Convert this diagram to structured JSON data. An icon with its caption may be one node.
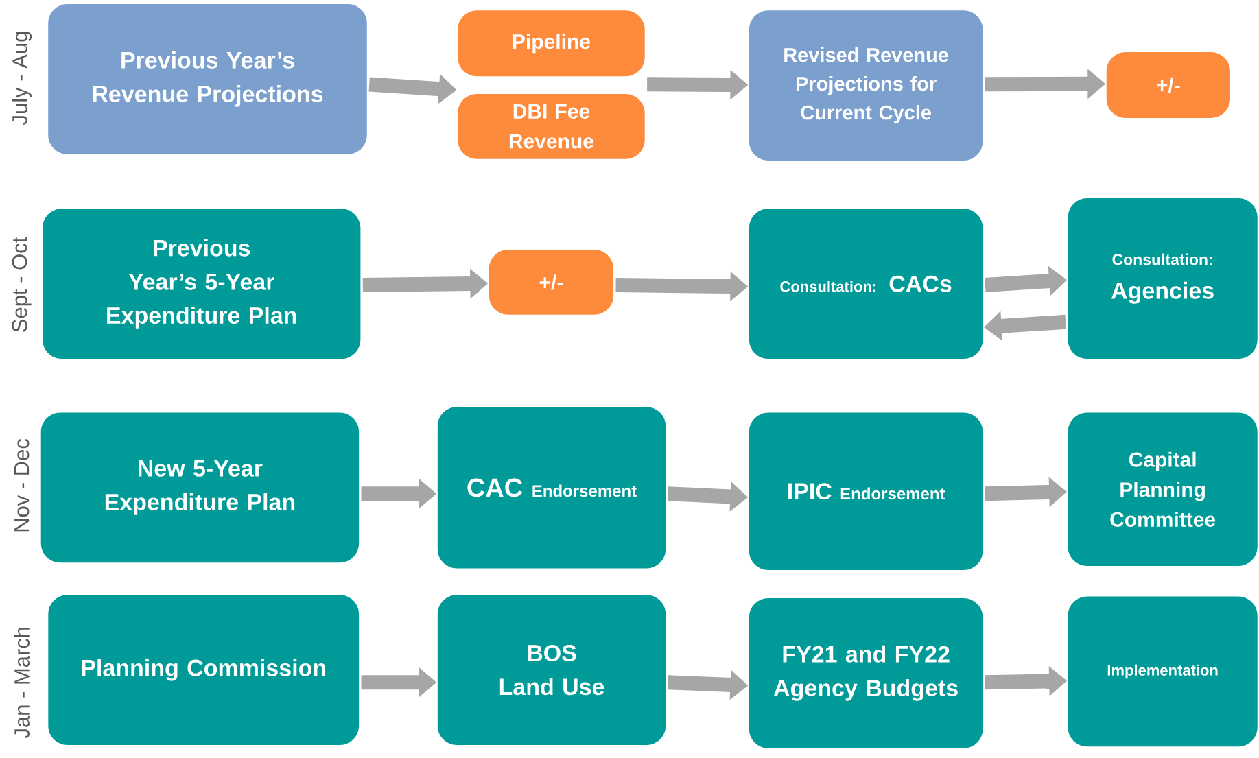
{
  "diagram": {
    "nodes": [
      {
        "text": [
          "Previous Year’s Revenue Projections"
        ]
      },
      {
        "text": [
          "Pipeline"
        ]
      },
      {
        "text": [
          "DBI Fee Revenue"
        ]
      },
      {
        "text": [
          "Revised Revenue Projections for Current Cycle"
        ]
      },
      {
        "text": [
          "+/-"
        ]
      },
      {
        "text": [
          "Previous Year’s 5-Year Expenditure Plan"
        ]
      },
      {
        "text": [
          "+/-"
        ]
      },
      {
        "text": [
          "Consultation:",
          "CACs"
        ]
      },
      {
        "text": [
          "Consultation:",
          "Agencies"
        ]
      },
      {
        "text": [
          "New 5-Year Expenditure Plan"
        ]
      },
      {
        "text": [
          "CAC",
          "Endorsement"
        ]
      },
      {
        "text": [
          "IPIC",
          "Endorsement"
        ]
      },
      {
        "text": [
          "Capital Planning Committee"
        ]
      },
      {
        "text": [
          "Planning Commission"
        ]
      },
      {
        "text": [
          "BOS",
          "Land Use"
        ]
      },
      {
        "text": [
          "FY21 and FY22 Agency Budgets"
        ]
      },
      {
        "text": [
          "Implementation"
        ]
      }
    ],
    "edges": [
      {
        "from": 0,
        "to": 1,
        "arrow": "to"
      },
      {
        "from": 0,
        "to": 2,
        "arrow": "to"
      },
      {
        "from": 1,
        "to": 3,
        "arrow": "to"
      },
      {
        "from": 2,
        "to": 3,
        "arrow": "to"
      },
      {
        "from": 3,
        "to": 4,
        "arrow": "to"
      },
      {
        "from": 5,
        "to": 6,
        "arrow": "to"
      },
      {
        "from": 6,
        "to": 7,
        "arrow": "to"
      },
      {
        "from": 7,
        "to": 8,
        "arrow": "to"
      },
      {
        "from": 8,
        "to": 7,
        "arrow": "to"
      },
      {
        "from": 9,
        "to": 10,
        "arrow": "to"
      },
      {
        "from": 10,
        "to": 11,
        "arrow": "to"
      },
      {
        "from": 11,
        "to": 12,
        "arrow": "to"
      },
      {
        "from": 13,
        "to": 14,
        "arrow": "to"
      },
      {
        "from": 14,
        "to": 15,
        "arrow": "to"
      },
      {
        "from": 15,
        "to": 16,
        "arrow": "to"
      }
    ],
    "labels": [
      "July - Aug",
      "Sept - Oct",
      "Nov - Dec",
      "Jan - March"
    ]
  }
}
